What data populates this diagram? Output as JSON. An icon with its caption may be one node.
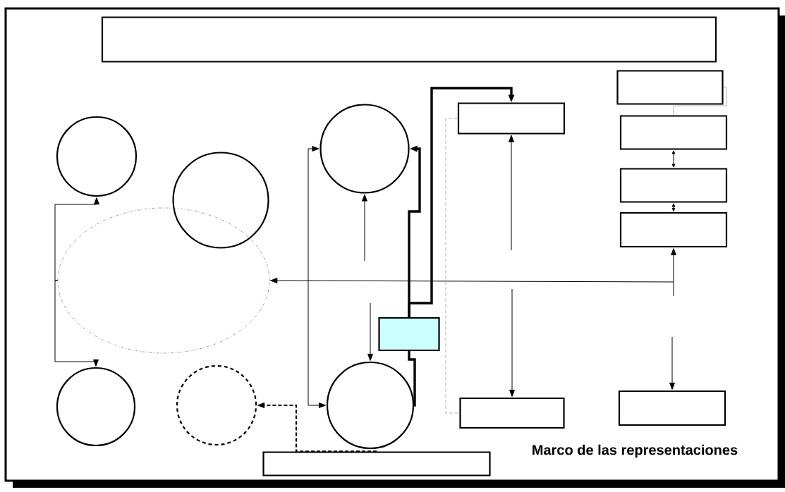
{
  "diagram": {
    "nodes": [
      {
        "text": [],
        "shape": "box"
      },
      {
        "text": [],
        "shape": "box"
      },
      {
        "text": [],
        "shape": "box"
      },
      {
        "text": [],
        "shape": "circle"
      },
      {
        "text": [],
        "shape": "box"
      },
      {
        "text": [],
        "shape": "circle"
      },
      {
        "text": [],
        "shape": "circle"
      },
      {
        "text": [],
        "shape": "box"
      },
      {
        "text": [],
        "shape": "box"
      },
      {
        "text": [],
        "shape": "ellipse"
      },
      {
        "text": [],
        "shape": "box"
      },
      {
        "text": [],
        "shape": "circle"
      },
      {
        "text": [],
        "shape": "circle"
      },
      {
        "text": [],
        "shape": "circle"
      },
      {
        "text": [],
        "shape": "box"
      },
      {
        "text": [],
        "shape": "box"
      },
      {
        "text": [],
        "shape": "box"
      }
    ],
    "edges": [
      {
        "from": 9,
        "to": 5,
        "arrow": "to"
      },
      {
        "from": 9,
        "to": 11,
        "arrow": "to"
      },
      {
        "from": null,
        "to": 9,
        "arrow": "to"
      },
      {
        "from": null,
        "to": 8,
        "arrow": "to"
      },
      {
        "from": null,
        "to": 15,
        "arrow": "to"
      },
      {
        "from": null,
        "to": 2,
        "arrow": "to"
      },
      {
        "from": null,
        "to": 14,
        "arrow": "to"
      },
      {
        "from": null,
        "to": 3,
        "arrow": "to"
      },
      {
        "from": null,
        "to": 13,
        "arrow": "to"
      },
      {
        "from": 3,
        "to": 13,
        "arrow": "both"
      },
      {
        "from": 10,
        "to": 2,
        "arrow": "to",
        "style": "thick"
      },
      {
        "from": 10,
        "to": 3,
        "arrow": "to",
        "style": "thick"
      },
      {
        "from": 10,
        "to": 13,
        "arrow": "none",
        "style": "thick"
      },
      {
        "from": 2,
        "to": 14,
        "arrow": "none",
        "style": "dashed",
        "color": "#808080"
      },
      {
        "from": 1,
        "to": 4,
        "arrow": "none",
        "color": "#808080"
      },
      {
        "from": 4,
        "to": 7,
        "arrow": "both"
      },
      {
        "from": 7,
        "to": 8,
        "arrow": "both"
      },
      {
        "from": 16,
        "to": 12,
        "arrow": "to",
        "style": "dashed"
      }
    ],
    "labels": [
      "Marco de las representaciones"
    ]
  }
}
